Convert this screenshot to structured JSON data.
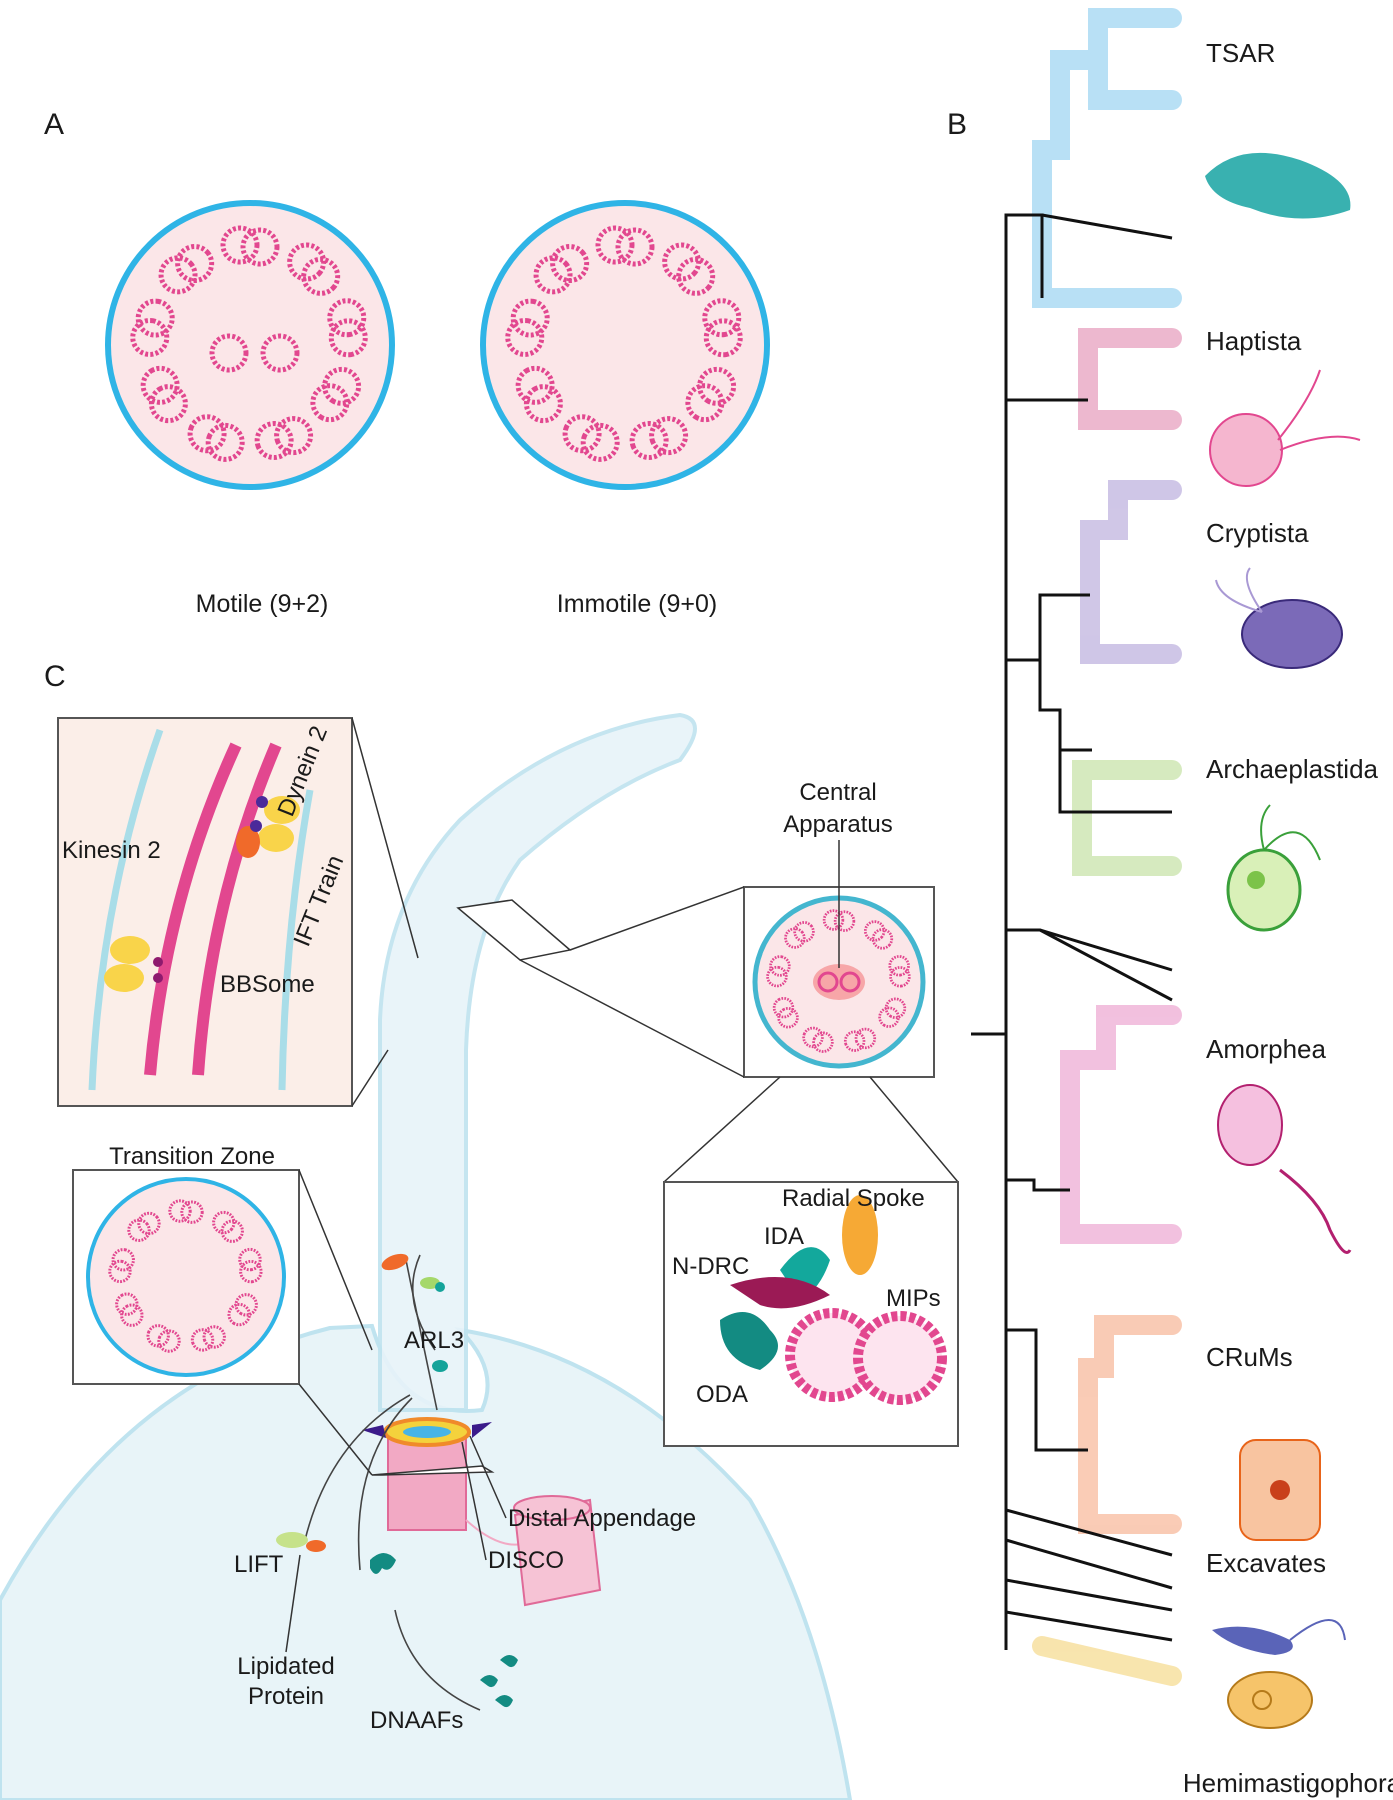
{
  "panels": {
    "a": "A",
    "b": "B",
    "c": "C"
  },
  "panel_a": {
    "motile_caption": "Motile (9+2)",
    "immotile_caption": "Immotile (9+0)"
  },
  "panel_c": {
    "kinesin": "Kinesin 2",
    "dynein": "Dynein 2",
    "ift_train": "IFT Train",
    "bbsome": "BBSome",
    "central_apparatus_1": "Central",
    "central_apparatus_2": "Apparatus",
    "transition_zone": "Transition Zone",
    "radial_spoke": "Radial Spoke",
    "ida": "IDA",
    "ndrc": "N-DRC",
    "mips": "MIPs",
    "oda": "ODA",
    "arl3": "ARL3",
    "distal_appendage": "Distal Appendage",
    "disco": "DISCO",
    "lift": "LIFT",
    "lipidated_1": "Lipidated",
    "lipidated_2": "Protein",
    "dnaafs": "DNAAFs"
  },
  "panel_b": {
    "clades": [
      "TSAR",
      "Haptista",
      "Cryptista",
      "Archaeplastida",
      "Amorphea",
      "CRuMs",
      "Excavates",
      "Hemimastigophora"
    ]
  },
  "colors": {
    "tubulin": "#e2478f",
    "membrane": "#2fb4e6",
    "cilium_fill": "#fbe6e8",
    "tsar": "#7fc8ee",
    "haptista": "#e07fa8",
    "cryptista": "#a999d4",
    "archaeplastida": "#b5d98a",
    "amorphea": "#e88ec4",
    "crums": "#f5a27a",
    "hemimastigophora": "#f3cf6b"
  }
}
